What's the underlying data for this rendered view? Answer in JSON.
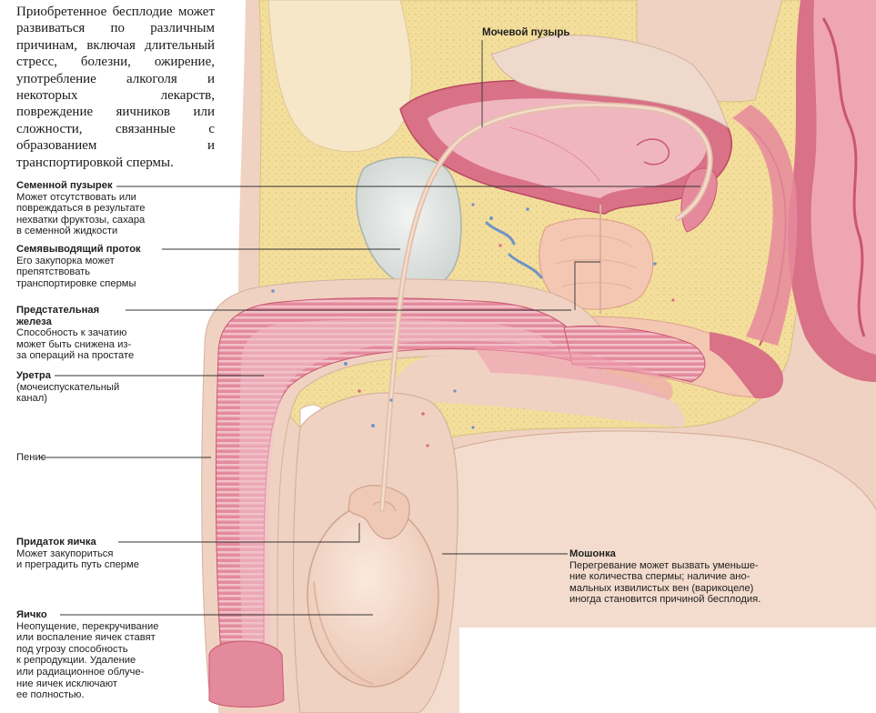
{
  "intro_text": "Приобретенное бесплодие может развиваться по различным причинам, включая длительный стресс, болезни, ожирение, употребление алкоголя и некоторых лекарств, повреждение яичников или сложности, связанные с образованием и транспортировкой спермы.",
  "labels": {
    "bladder": {
      "title": "Мочевой пузырь"
    },
    "seminal_vesicle": {
      "title": "Семенной пузырек",
      "lines": [
        "Может отсутствовать или",
        "повреждаться в результате",
        "нехватки фруктозы, сахара",
        "в семенной жидкости"
      ]
    },
    "vas_deferens": {
      "title": "Семявыводящий проток",
      "lines": [
        "Его закупорка может",
        "препятствовать",
        "транспортировке спермы"
      ]
    },
    "prostate": {
      "title_lines": [
        "Предстательная",
        "железа"
      ],
      "lines": [
        "Способность к зачатию",
        "может быть снижена из-",
        "за операций на простате"
      ]
    },
    "urethra": {
      "title": "Уретра",
      "lines": [
        "(мочеиспускательный",
        "канал)"
      ]
    },
    "penis": {
      "title": "Пенис"
    },
    "epididymis": {
      "title": "Придаток яичка",
      "lines": [
        "Может закупориться",
        "и преградить путь сперме"
      ]
    },
    "testis": {
      "title": "Яичко",
      "lines": [
        "Неопущение, перекручивание",
        "или воспаление яичек ставят",
        "под угрозу способность",
        "к репродукции. Удаление",
        "или радиационное облуче-",
        "ние яичек исключают",
        "ее полностью."
      ]
    },
    "scrotum": {
      "title": "Мошонка",
      "lines": [
        "Перегревание может вызвать уменьше-",
        "ние количества спермы; наличие ано-",
        "мальных извилистых вен (варикоцеле)",
        "иногда становится причиной бесплодия."
      ]
    }
  },
  "colors": {
    "skin": "#efcfbf",
    "fat": "#f3de9c",
    "tissue_pink": "#e89aa8",
    "tissue_dark": "#c9566f",
    "vessel_blue": "#6f93c7",
    "duct": "#e6c3ad",
    "vesicle": "#dfe3e0"
  },
  "icons": [
    "pointer-line"
  ]
}
